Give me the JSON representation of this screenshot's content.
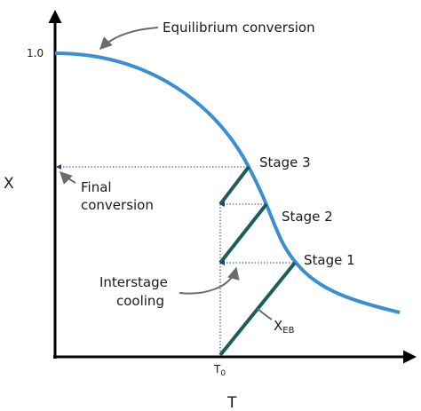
{
  "axes": {
    "x_label": "T",
    "y_label": "X",
    "y_tick": "1.0",
    "x_tick_main": "T",
    "x_tick_sub": "0"
  },
  "curves": {
    "equilibrium_label": "Equilibrium conversion",
    "curve_color": "#3a8fd1",
    "operating_line_color": "#1b5e5a"
  },
  "stages": [
    {
      "label": "Stage 1"
    },
    {
      "label": "Stage 2"
    },
    {
      "label": "Stage 3"
    }
  ],
  "annotations": {
    "final_conversion_line1": "Final",
    "final_conversion_line2": "conversion",
    "interstage_line1": "Interstage",
    "interstage_line2": "cooling",
    "xeb_main": "X",
    "xeb_sub": "EB"
  }
}
